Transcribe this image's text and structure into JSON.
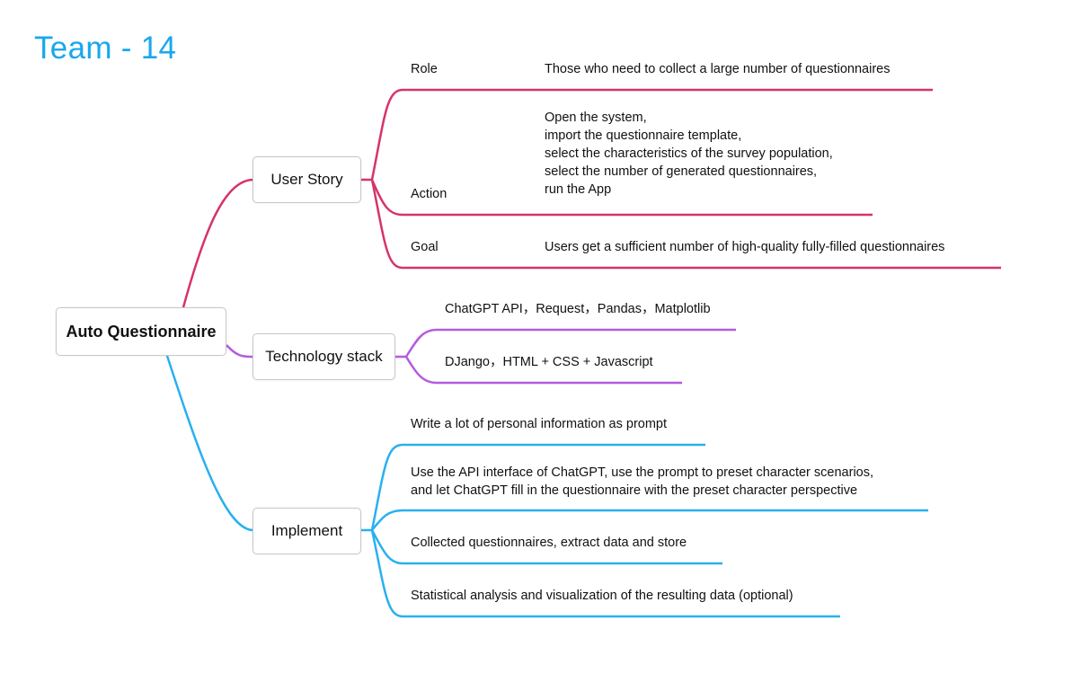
{
  "title": "Team - 14",
  "root": "Auto Questionnaire",
  "colors": {
    "title": "#19a7ee",
    "story": "#d6336c",
    "tech": "#b45be0",
    "impl": "#29b0f0"
  },
  "user_story": {
    "label": "User Story",
    "role": {
      "key": "Role",
      "value": "Those who need to collect a large number of questionnaires"
    },
    "action": {
      "key": "Action",
      "lines": [
        "Open the system,",
        "import the questionnaire template,",
        "select the characteristics of the survey population,",
        "select the number of generated questionnaires,",
        "run the App"
      ]
    },
    "goal": {
      "key": "Goal",
      "value": "Users get a sufficient number of high-quality fully-filled questionnaires"
    }
  },
  "tech_stack": {
    "label": "Technology stack",
    "items": [
      "ChatGPT API，Request，Pandas，Matplotlib",
      "DJango，HTML + CSS + Javascript"
    ]
  },
  "implement": {
    "label": "Implement",
    "items": [
      "Write a lot of personal information as prompt",
      "Use the API interface of ChatGPT, use the prompt to preset character scenarios,\nand let ChatGPT fill in the questionnaire with the preset character perspective",
      "Collected questionnaires, extract data and store",
      "Statistical analysis and visualization of the resulting data (optional)"
    ]
  }
}
